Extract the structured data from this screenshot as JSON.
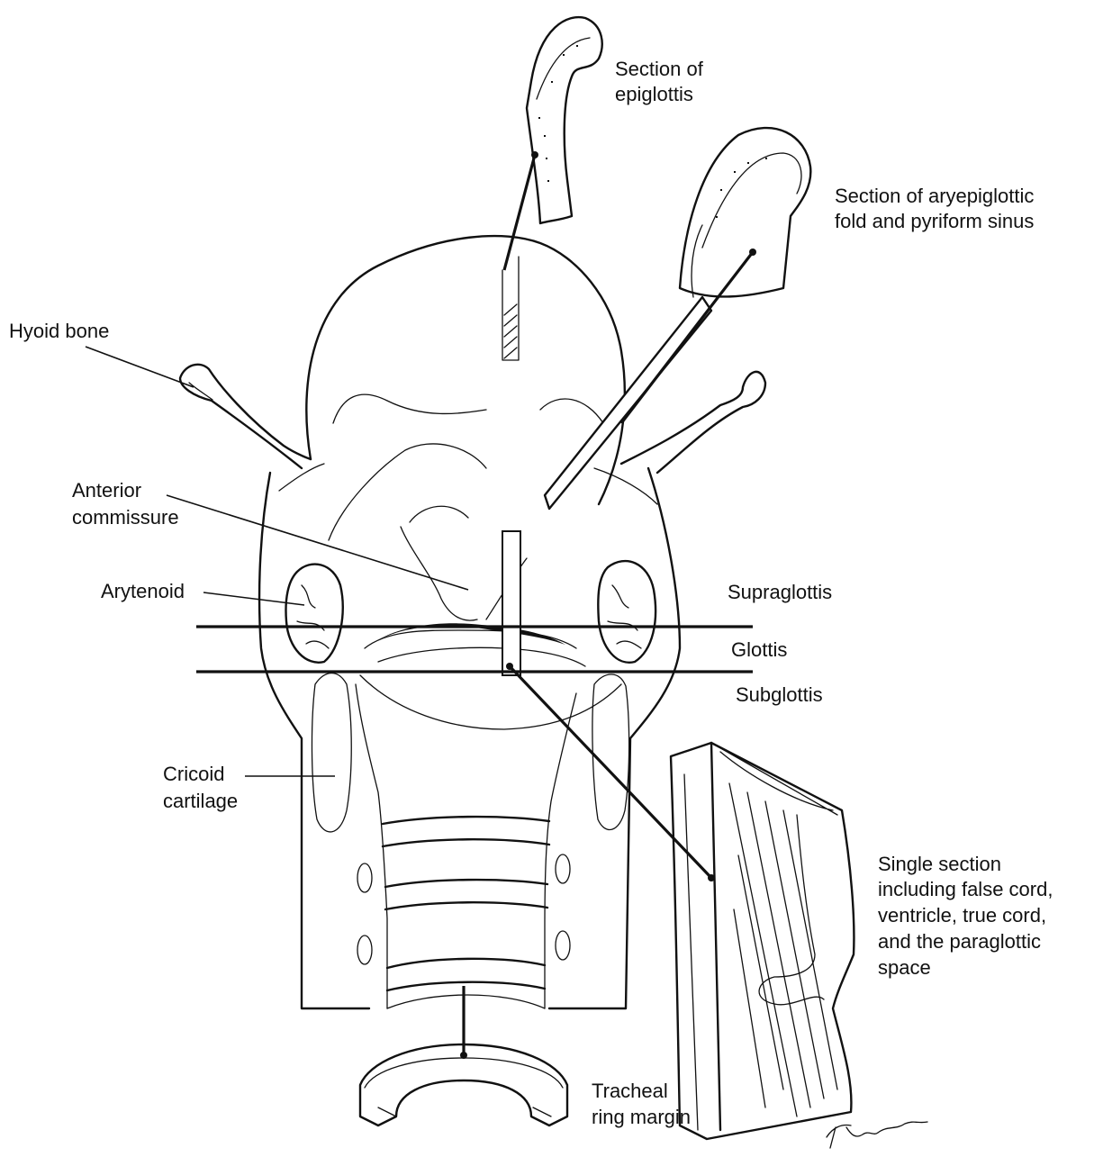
{
  "labels": {
    "section_epiglottis_1": "Section of",
    "section_epiglottis_2": "epiglottis",
    "section_aryepiglottic_1": "Section of aryepiglottic",
    "section_aryepiglottic_2": "fold and pyriform sinus",
    "hyoid_bone": "Hyoid bone",
    "anterior_commissure_1": "Anterior",
    "anterior_commissure_2": "commissure",
    "arytenoid": "Arytenoid",
    "supraglottis": "Supraglottis",
    "glottis": "Glottis",
    "subglottis": "Subglottis",
    "cricoid_1": "Cricoid",
    "cricoid_2": "cartilage",
    "single_section_1": "Single section",
    "single_section_2": "including false cord,",
    "single_section_3": "ventricle, true cord,",
    "single_section_4": "and the paraglottic",
    "single_section_5": "space",
    "tracheal_1": "Tracheal",
    "tracheal_2": "ring margin",
    "signature": "TPhelps"
  },
  "colors": {
    "ink": "#111111",
    "paper": "#ffffff"
  }
}
